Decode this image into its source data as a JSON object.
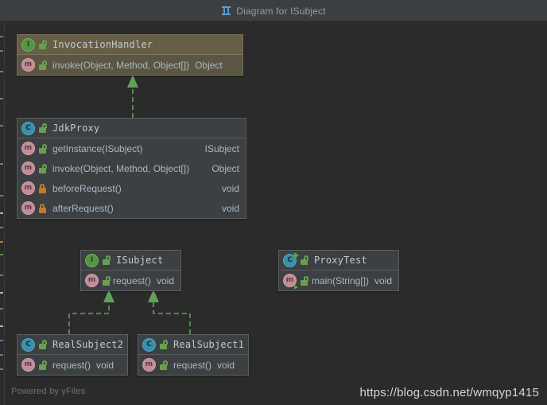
{
  "window": {
    "title": "Diagram for ISubject",
    "title_icon": "diagram-icon"
  },
  "colors": {
    "canvas_bg": "#2b2b2b",
    "chrome_bg": "#3c3f41",
    "node_bg": "#3c4042",
    "node_border": "#5e6060",
    "node_highlight_bg": "#5b5642",
    "node_highlight_header": "#665f46",
    "text": "#a9b7c6",
    "title_text": "#c3c9cd",
    "edge_green": "#62a15a",
    "iface_icon": "#549442",
    "class_icon": "#3d8ea8",
    "method_icon": "#c08d97",
    "lock_public": "#6a9f4f",
    "lock_private": "#c07a2a"
  },
  "nodes": [
    {
      "id": "InvocationHandler",
      "kind": "interface",
      "kind_icon": "interface-icon",
      "visibility_icon": "lock-open-icon",
      "highlighted": true,
      "name": "InvocationHandler",
      "members": [
        {
          "icon": "method-icon",
          "visibility_icon": "lock-open-icon",
          "name": "invoke(Object, Method, Object[])",
          "type": "Object",
          "layout": "inline"
        }
      ]
    },
    {
      "id": "JdkProxy",
      "kind": "class",
      "kind_icon": "class-icon",
      "visibility_icon": "lock-open-icon",
      "highlighted": false,
      "name": "JdkProxy",
      "members": [
        {
          "icon": "method-icon",
          "visibility_icon": "lock-open-icon",
          "name": "getInstance(ISubject)",
          "type": "ISubject",
          "layout": "right"
        },
        {
          "icon": "method-icon",
          "visibility_icon": "lock-open-icon",
          "name": "invoke(Object, Method, Object[])",
          "type": "Object",
          "layout": "right"
        },
        {
          "icon": "method-icon",
          "visibility_icon": "lock-closed-icon",
          "name": "beforeRequest()",
          "type": "void",
          "layout": "right"
        },
        {
          "icon": "method-icon",
          "visibility_icon": "lock-closed-icon",
          "name": "afterRequest()",
          "type": "void",
          "layout": "right"
        }
      ]
    },
    {
      "id": "ISubject",
      "kind": "interface",
      "kind_icon": "interface-icon",
      "visibility_icon": "lock-open-icon",
      "highlighted": false,
      "name": "ISubject",
      "members": [
        {
          "icon": "method-icon",
          "visibility_icon": "lock-open-icon",
          "name": "request()",
          "type": "void",
          "layout": "inline"
        }
      ]
    },
    {
      "id": "ProxyTest",
      "kind": "class-runnable",
      "kind_icon": "class-runnable-icon",
      "visibility_icon": "lock-open-icon",
      "highlighted": false,
      "name": "ProxyTest",
      "members": [
        {
          "icon": "method-runnable-icon",
          "visibility_icon": "lock-open-icon",
          "name": "main(String[])",
          "type": "void",
          "layout": "inline"
        }
      ]
    },
    {
      "id": "RealSubject2",
      "kind": "class",
      "kind_icon": "class-icon",
      "visibility_icon": "lock-open-icon",
      "highlighted": false,
      "name": "RealSubject2",
      "members": [
        {
          "icon": "method-icon",
          "visibility_icon": "lock-open-icon",
          "name": "request()",
          "type": "void",
          "layout": "inline"
        }
      ]
    },
    {
      "id": "RealSubject1",
      "kind": "class",
      "kind_icon": "class-icon",
      "visibility_icon": "lock-open-icon",
      "highlighted": false,
      "name": "RealSubject1",
      "members": [
        {
          "icon": "method-icon",
          "visibility_icon": "lock-open-icon",
          "name": "request()",
          "type": "void",
          "layout": "inline"
        }
      ]
    }
  ],
  "edges": [
    {
      "from": "JdkProxy",
      "to": "InvocationHandler",
      "style": "dashed",
      "arrow": "closed-triangle"
    },
    {
      "from": "RealSubject2",
      "to": "ISubject",
      "style": "dashed",
      "arrow": "closed-triangle"
    },
    {
      "from": "RealSubject1",
      "to": "ISubject",
      "style": "dashed",
      "arrow": "closed-triangle"
    }
  ],
  "footer": {
    "powered_by": "Powered by yFiles",
    "watermark": "https://blog.csdn.net/wmqyp1415"
  }
}
